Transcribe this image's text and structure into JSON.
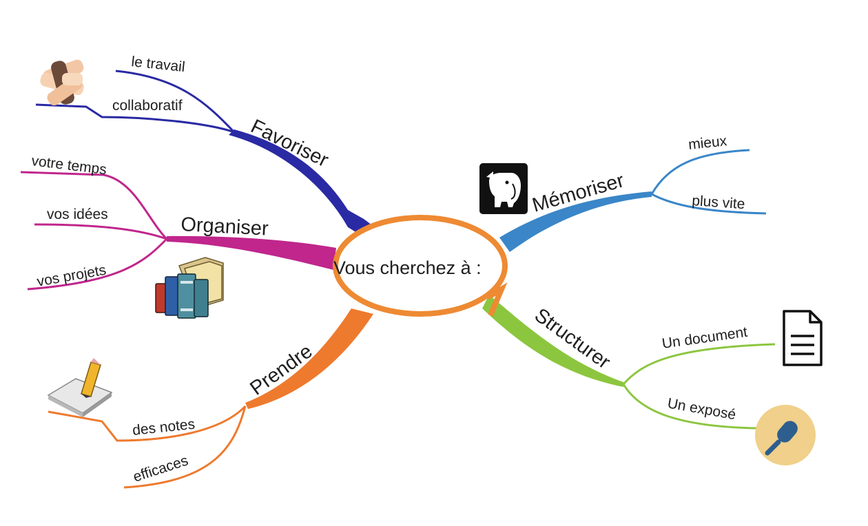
{
  "center": {
    "label": "Vous cherchez à :",
    "color": "#ee8a33"
  },
  "branches": [
    {
      "label": "Favoriser",
      "color": "#2a2aa4",
      "icon": "collaboration-hands-icon",
      "leaves": [
        "le travail",
        "collaboratif"
      ]
    },
    {
      "label": "Organiser",
      "color": "#c0268c",
      "icon": "books-folders-icon",
      "leaves": [
        "votre temps",
        "vos idées",
        "vos projets"
      ]
    },
    {
      "label": "Prendre",
      "color": "#ee7a2e",
      "icon": "pencil-notepad-icon",
      "leaves": [
        "des notes",
        "efficaces"
      ]
    },
    {
      "label": "Mémoriser",
      "color": "#3a86c8",
      "icon": "evernote-elephant-icon",
      "leaves": [
        "mieux",
        "plus vite"
      ]
    },
    {
      "label": "Structurer",
      "color": "#8cc63f",
      "icon": "",
      "leaves": [
        "Un document",
        "Un exposé"
      ],
      "leaf_icons": [
        "document-icon",
        "microphone-icon"
      ]
    }
  ],
  "colors": {
    "background": "#ffffff",
    "text": "#1f1f1f",
    "mic_circle": "#f0d08a",
    "mic_body": "#2e5e8e"
  }
}
